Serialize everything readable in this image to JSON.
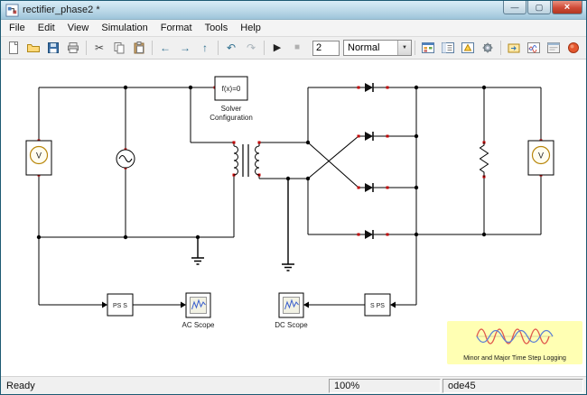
{
  "window": {
    "title": "rectifier_phase2 *"
  },
  "window_controls": {
    "minimize": "—",
    "maximize": "▢",
    "close": "×"
  },
  "menu": {
    "items": [
      "File",
      "Edit",
      "View",
      "Simulation",
      "Format",
      "Tools",
      "Help"
    ]
  },
  "toolbar": {
    "sim_stop_time": "2",
    "sim_mode": "Normal",
    "icons": {
      "cut": "✂",
      "back": "←",
      "forward": "→",
      "up": "↑",
      "undo": "↶",
      "redo": "↷",
      "play": "▶",
      "stop": "■",
      "combo_arrow": "▼"
    },
    "icon_names": [
      "new-model-icon",
      "open-model-icon",
      "save-model-icon",
      "print-icon",
      "cut-icon",
      "copy-icon",
      "paste-icon",
      "back-icon",
      "forward-icon",
      "up-icon",
      "undo-icon",
      "redo-icon",
      "start-simulation-icon",
      "stop-simulation-icon",
      "library-browser-icon",
      "model-browser-icon",
      "diagnostics-viewer-icon",
      "configuration-parameters-icon",
      "model-reference-icon",
      "data-inspector-icon",
      "model-explorer-icon",
      "simscape-icon"
    ]
  },
  "canvas": {
    "labels": {
      "solver_fx": "f(x)=0",
      "solver_line1": "Solver",
      "solver_line2": "Configuration",
      "voltage_symbol": "V",
      "ps_s": "PS S",
      "s_ps": "S PS",
      "ac_scope": "AC Scope",
      "dc_scope": "DC Scope",
      "highlight": "Minor and Major Time Step Logging"
    }
  },
  "statusbar": {
    "status": "Ready",
    "zoom": "100%",
    "solver": "ode45"
  },
  "colors": {
    "titlebar_top": "#d9ecf7",
    "titlebar_bottom": "#9dc4da",
    "close_button": "#cf4a36",
    "canvas": "#ffffff",
    "wire": "#000000",
    "port": "#c00000",
    "highlight_bg": "#ffffb3",
    "annotation_text": "#c87d0e",
    "curve_red": "#e05a4e",
    "curve_blue": "#5b7fd4"
  }
}
